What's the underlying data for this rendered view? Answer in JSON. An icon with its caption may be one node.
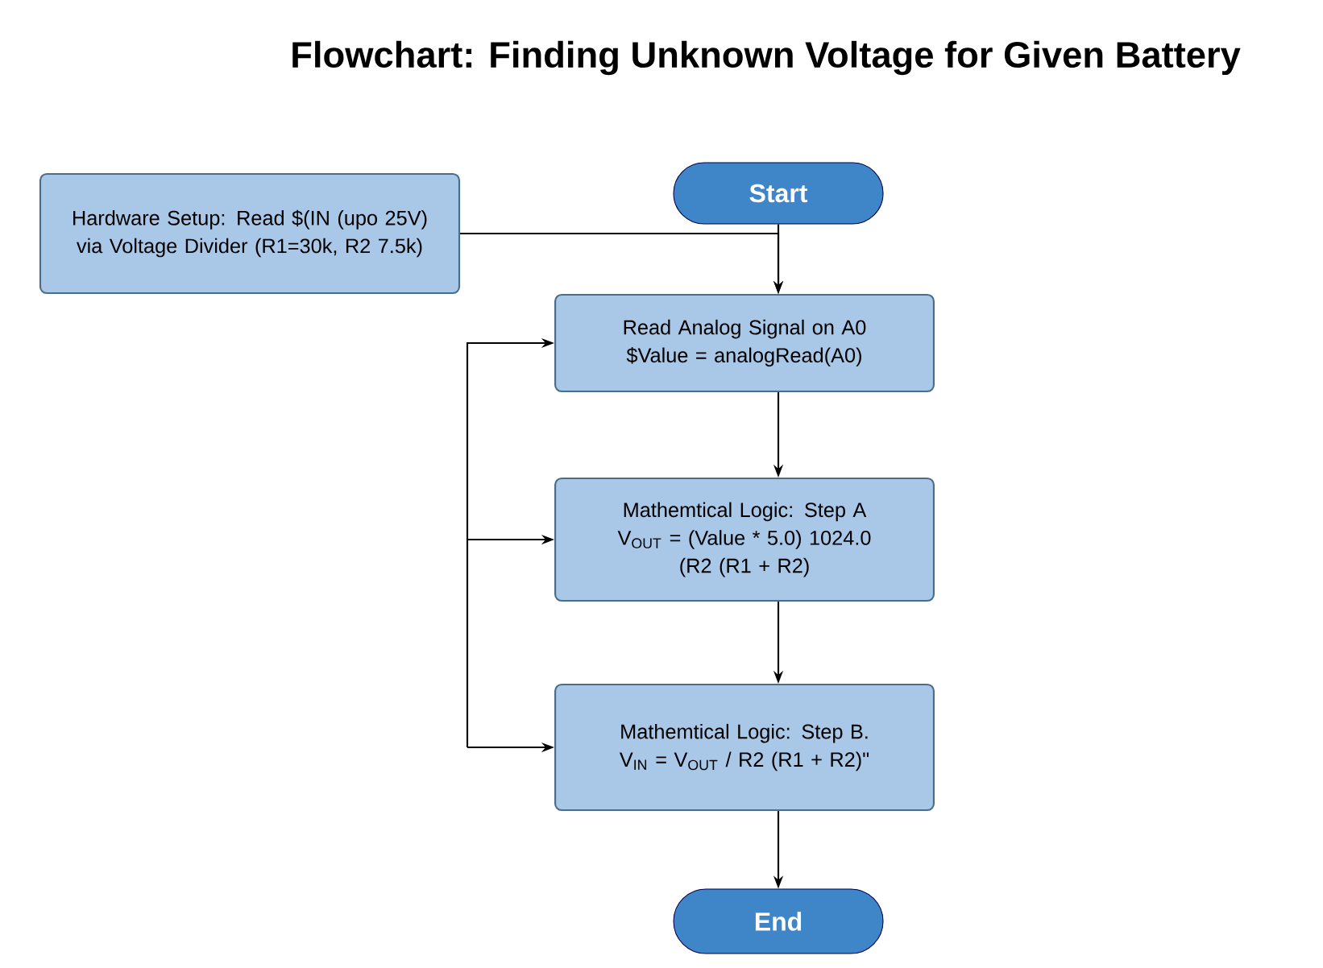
{
  "diagram": {
    "title": "Flowchart: Finding Unknown Voltage for Given Battery",
    "nodes": [
      {
        "text": [
          "Start"
        ]
      },
      {
        "text": [
          "Hardware Setup: Read $(IN (upo 25V) via Voltage Divider (R1=30k, R2 7.5k)"
        ]
      },
      {
        "text": [
          "Read Analog Signal on A0",
          "$Value = analogRead(A0)"
        ]
      },
      {
        "text": [
          "Mathemtical Logic: Step A",
          "V$_{OUT}$ = (Value * 5.0) 1024.0",
          "(R2 (R1 + R2)"
        ]
      },
      {
        "text": [
          "Mathemtical Logic: Step B.",
          "V$_{IN}$ = V$_{OUT}$ / R2 (R1 + R2)\""
        ]
      },
      {
        "text": [
          "End"
        ]
      }
    ],
    "edges": [
      {
        "from": 0,
        "to": 2,
        "arrow": "to"
      },
      {
        "from": 1,
        "to": 2,
        "arrow": "to"
      },
      {
        "from": 2,
        "to": 3,
        "arrow": "to"
      },
      {
        "from": 3,
        "to": 4,
        "arrow": "to"
      },
      {
        "from": 4,
        "to": 5,
        "arrow": "to"
      },
      {
        "from": null,
        "to": 4,
        "arrow": "to"
      },
      {
        "from": null,
        "to": 3,
        "arrow": "to"
      },
      {
        "from": null,
        "to": 2,
        "arrow": "to"
      }
    ]
  }
}
